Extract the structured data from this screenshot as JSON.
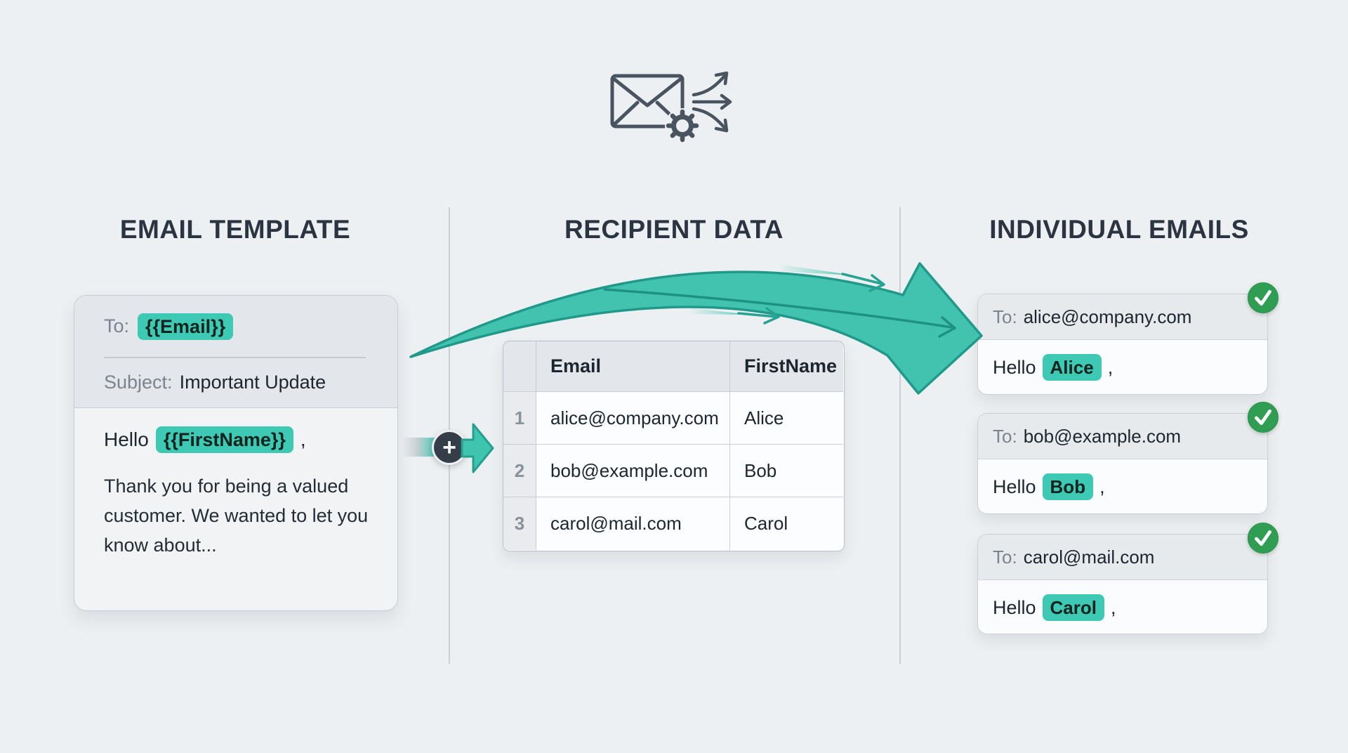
{
  "headings": {
    "template": "EMAIL TEMPLATE",
    "recipients": "RECIPIENT DATA",
    "individual": "INDIVIDUAL EMAILS"
  },
  "template_card": {
    "to_label": "To:",
    "to_value": "{{Email}}",
    "subject_label": "Subject:",
    "subject_value": "Important Update",
    "greeting_prefix": "Hello",
    "greeting_variable": "{{FirstName}}",
    "greeting_suffix": ",",
    "body": "Thank you for being a valued customer. We wanted to let you know about..."
  },
  "recipient_table": {
    "headers": {
      "email": "Email",
      "first_name": "FirstName"
    },
    "rows": [
      {
        "num": "1",
        "email": "alice@company.com",
        "first_name": "Alice"
      },
      {
        "num": "2",
        "email": "bob@example.com",
        "first_name": "Bob"
      },
      {
        "num": "3",
        "email": "carol@mail.com",
        "first_name": "Carol"
      }
    ]
  },
  "plus_badge": {
    "label": "+"
  },
  "emails": [
    {
      "to_label": "To:",
      "to_value": "alice@company.com",
      "greeting_prefix": "Hello",
      "name": "Alice",
      "greeting_suffix": ","
    },
    {
      "to_label": "To:",
      "to_value": "bob@example.com",
      "greeting_prefix": "Hello",
      "name": "Bob",
      "greeting_suffix": ","
    },
    {
      "to_label": "To:",
      "to_value": "carol@mail.com",
      "greeting_prefix": "Hello",
      "name": "Carol",
      "greeting_suffix": ","
    }
  ],
  "colors": {
    "background": "#edf0f2",
    "accent_teal": "#3dc9b3",
    "arrow_teal": "#41c3af",
    "arrow_outline": "#21998a",
    "success_green": "#2f9e52",
    "icon_slate": "#4a5360",
    "heading_dark": "#2b3440"
  }
}
